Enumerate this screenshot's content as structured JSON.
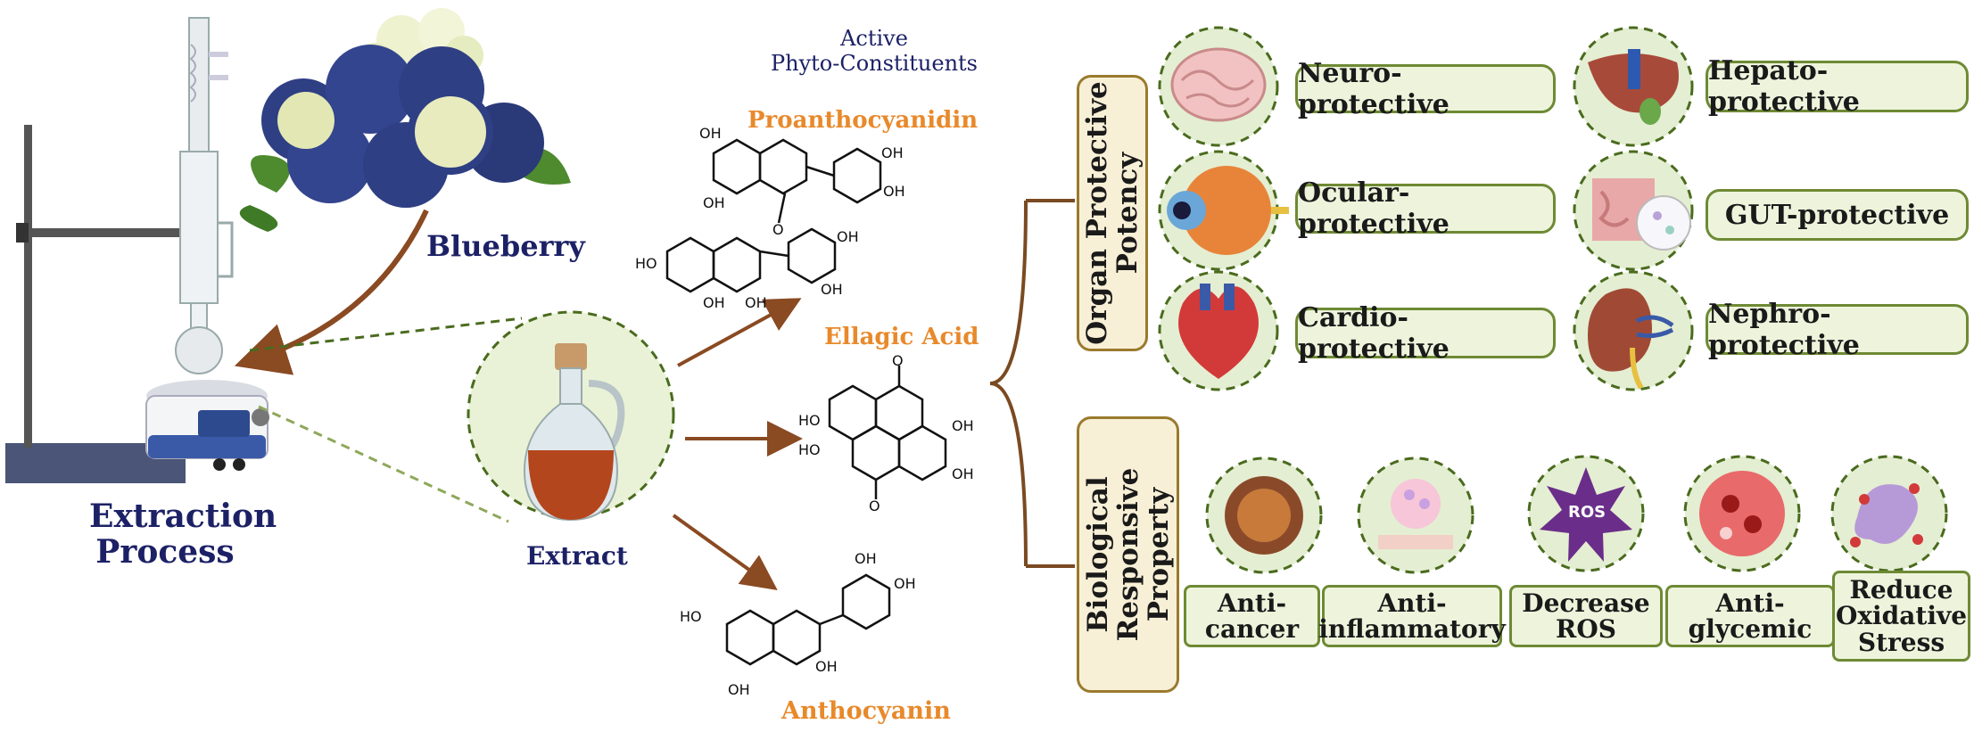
{
  "extraction": {
    "line1": "Extraction",
    "line2": "Process"
  },
  "blueberry_label": "Blueberry",
  "extract_label": "Extract",
  "active_title": {
    "line1": "Active",
    "line2": "Phyto-Constituents"
  },
  "compounds": {
    "proanthocyanidin": "Proanthocyanidin",
    "ellagic": "Ellagic Acid",
    "anthocyanin": "Anthocyanin"
  },
  "atoms": {
    "oh": "OH",
    "ho": "HO",
    "o": "O"
  },
  "organ_section": {
    "line1": "Organ Protective",
    "line2": "Potency"
  },
  "organ_items": [
    "Neuro-protective",
    "Hepato-protective",
    "Ocular-protective",
    "GUT-protective",
    "Cardio-protective",
    "Nephro-protective"
  ],
  "bio_section": {
    "line1": "Biological",
    "line2": "Responsive",
    "line3": "Property"
  },
  "bio_items": [
    {
      "l1": "Anti-",
      "l2": "cancer"
    },
    {
      "l1": "Anti-",
      "l2": "inflammatory"
    },
    {
      "l1": "Decrease",
      "l2": "ROS"
    },
    {
      "l1": "Anti-",
      "l2": "glycemic"
    },
    {
      "l1": "Reduce",
      "l2": "Oxidative",
      "l3": "Stress"
    }
  ],
  "ros_badge": "ROS",
  "colors": {
    "navy": "#1c2166",
    "orange": "#e8892b",
    "green_border": "#6e8a34",
    "arrow_brown": "#8a4a22"
  }
}
